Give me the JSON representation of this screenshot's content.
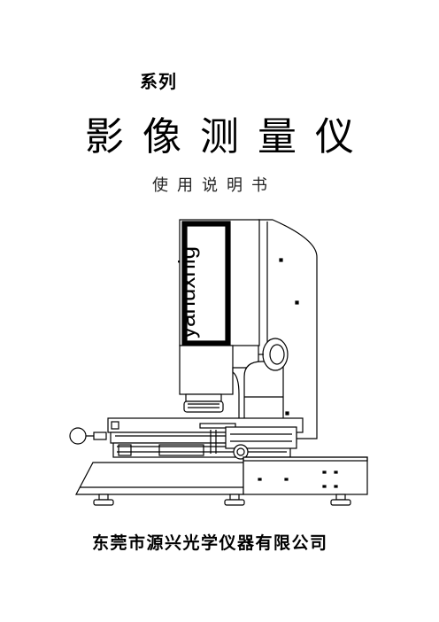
{
  "cover": {
    "series_label": "系列",
    "title": "影像测量仪",
    "subtitle": "使用说明书",
    "company": "东莞市源兴光学仪器有限公司"
  },
  "machine": {
    "brand_text": "yanuxnig"
  }
}
